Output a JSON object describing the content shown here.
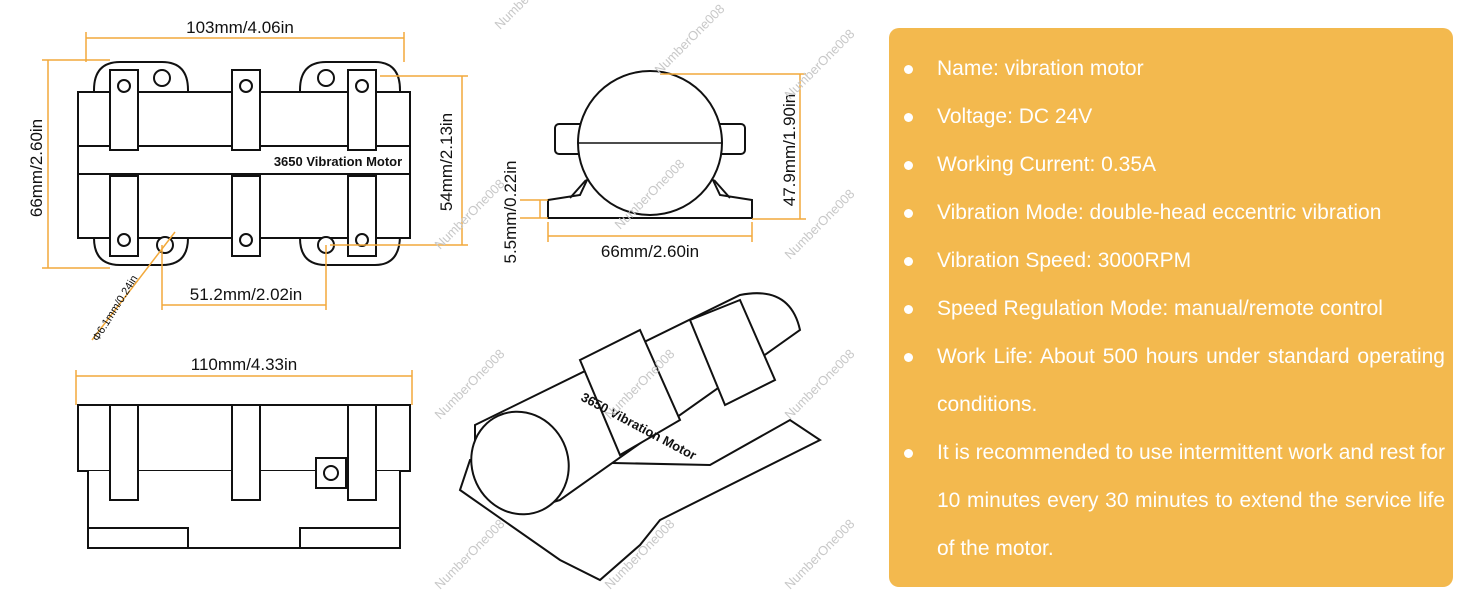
{
  "dimensions": {
    "top_width": "103mm/4.06in",
    "left_height": "66mm/2.60in",
    "right_height": "54mm/2.13in",
    "hole_spacing": "51.2mm/2.02in",
    "hole_diameter": "Φ6.1mm/0.24in",
    "side_height": "47.9mm/1.90in",
    "foot_height": "5.5mm/0.22in",
    "base_width": "66mm/2.60in",
    "bottom_width": "110mm/4.33in"
  },
  "motor_label": "3650 Vibration Motor",
  "watermark": "NumberOne008",
  "specs": [
    "Name: vibration motor",
    "Voltage: DC 24V",
    "Working Current: 0.35A",
    "Vibration Mode: double-head eccentric vibration",
    "Vibration Speed: 3000RPM",
    "Speed Regulation Mode: manual/remote control",
    "Work Life: About 500 hours under standard operating conditions.",
    "It is recommended to use intermittent work and rest for 10 minutes every 30 minutes to extend the service life of the motor."
  ],
  "colors": {
    "panel": "#f3b94e",
    "dimension_line": "#f2a93b",
    "outline": "#111111"
  }
}
